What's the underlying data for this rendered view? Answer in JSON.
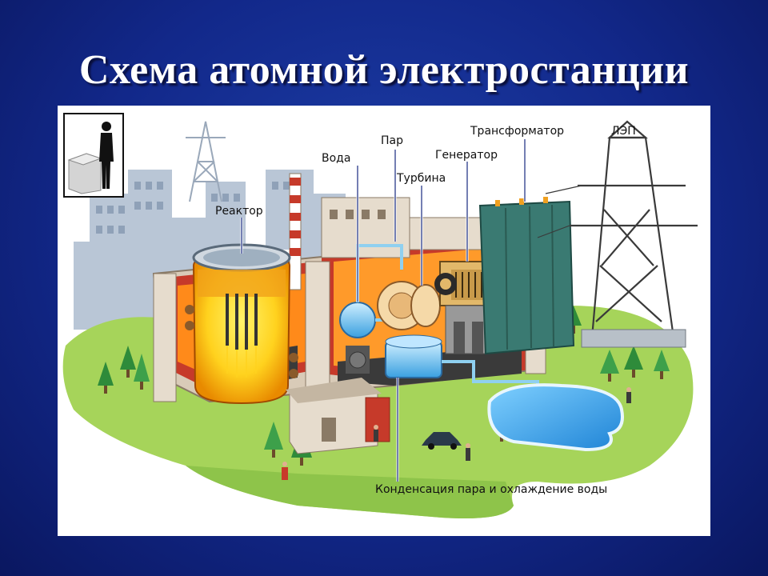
{
  "slide": {
    "title": "Схема атомной электростанции"
  },
  "diagram": {
    "labels": {
      "reactor": "Реактор",
      "water": "Вода",
      "steam": "Пар",
      "turbine": "Турбина",
      "generator": "Генератор",
      "transformer": "Трансформатор",
      "power_line": "ЛЭП",
      "condensation": "Конденсация пара и охлаждение воды"
    },
    "icons": [
      "person-scale-icon",
      "reactor",
      "cooling-tower",
      "turbine",
      "generator",
      "transformer",
      "power-line-tower",
      "cooling-pond",
      "car"
    ]
  }
}
